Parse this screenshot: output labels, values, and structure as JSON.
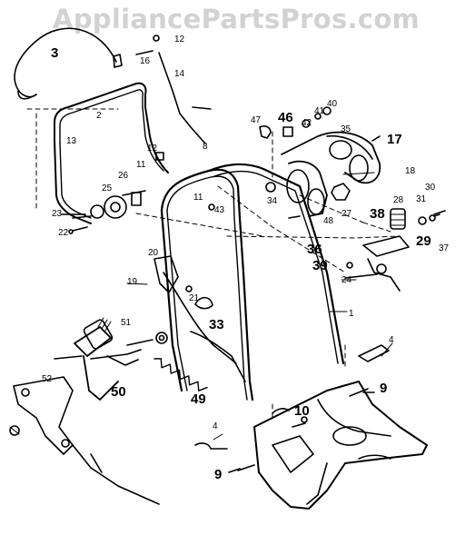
{
  "watermark": "AppliancePartsPros.com",
  "callouts": [
    "1",
    "2",
    "3",
    "4",
    "4",
    "8",
    "9",
    "9",
    "10",
    "11",
    "11",
    "12",
    "12",
    "13",
    "14",
    "16",
    "17",
    "18",
    "19",
    "20",
    "21",
    "22",
    "23",
    "24",
    "25",
    "26",
    "27",
    "28",
    "29",
    "30",
    "31",
    "33",
    "34",
    "35",
    "36",
    "37",
    "38",
    "39",
    "40",
    "41",
    "42",
    "43",
    "46",
    "47",
    "48",
    "49",
    "50",
    "51",
    "52"
  ]
}
